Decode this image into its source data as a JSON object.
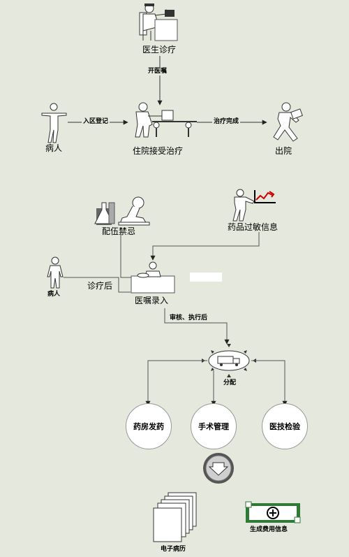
{
  "top_flow": {
    "doctor_label": "医生诊疗",
    "order_label": "开医嘱",
    "patient_label": "病人",
    "admission_label": "入区登记",
    "inpatient_label": "住院接受治疗",
    "treatment_done_label": "治疗完成",
    "discharge_label": "出院"
  },
  "order_flow": {
    "compat_label": "配伍禁忌",
    "allergy_label": "药品过敏信息",
    "patient_label": "病人",
    "after_treat_label": "诊疗后",
    "entry_label": "医嘱录入",
    "review_label": "审核、执行后",
    "distribute_label": "分配"
  },
  "targets": {
    "pharmacy": "药房发药",
    "surgery": "手术管理",
    "lab": "医技检验"
  },
  "outputs": {
    "emr_label": "电子病历",
    "billing_label": "生成费用信息"
  },
  "colors": {
    "background": "#e5e8dc",
    "line": "#555555",
    "billing_green": "#2f7a36",
    "chart_red": "#cc0000"
  }
}
